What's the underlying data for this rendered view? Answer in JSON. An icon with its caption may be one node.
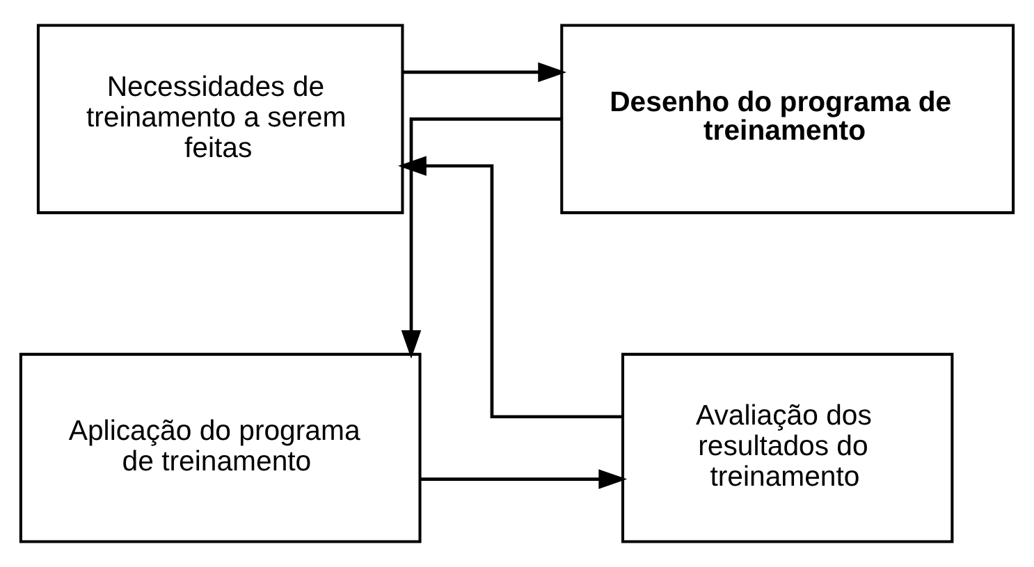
{
  "diagram": {
    "nodes": [
      {
        "text": [
          "Necessidades de treinamento a serem feitas"
        ]
      },
      {
        "text": [
          "Desenho do programa de treinamento"
        ]
      },
      {
        "text": [
          "Aplicação do programa de treinamento"
        ]
      },
      {
        "text": [
          "Avaliação dos resultados do treinamento"
        ]
      }
    ],
    "edges": [
      {
        "from": 0,
        "to": 1,
        "arrow": "to"
      },
      {
        "from": 1,
        "to": 2,
        "arrow": "to"
      },
      {
        "from": 2,
        "to": 3,
        "arrow": "to"
      },
      {
        "from": 3,
        "to": 0,
        "arrow": "to"
      }
    ]
  }
}
